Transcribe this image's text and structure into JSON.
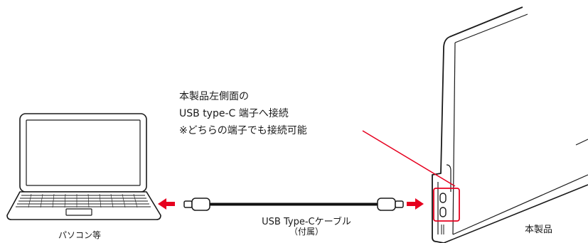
{
  "callout": {
    "line1": "本製品左側面の",
    "line2": "USB type-C 端子へ接続",
    "line3": "※どちらの端子でも接続可能"
  },
  "laptop": {
    "label": "パソコン等"
  },
  "cable": {
    "label_line1": "USB Type-Cケーブル",
    "label_line2": "（付属）"
  },
  "monitor": {
    "label": "本製品"
  },
  "colors": {
    "accent": "#e6001f",
    "line": "#1a1a1a",
    "cable": "#111111"
  }
}
